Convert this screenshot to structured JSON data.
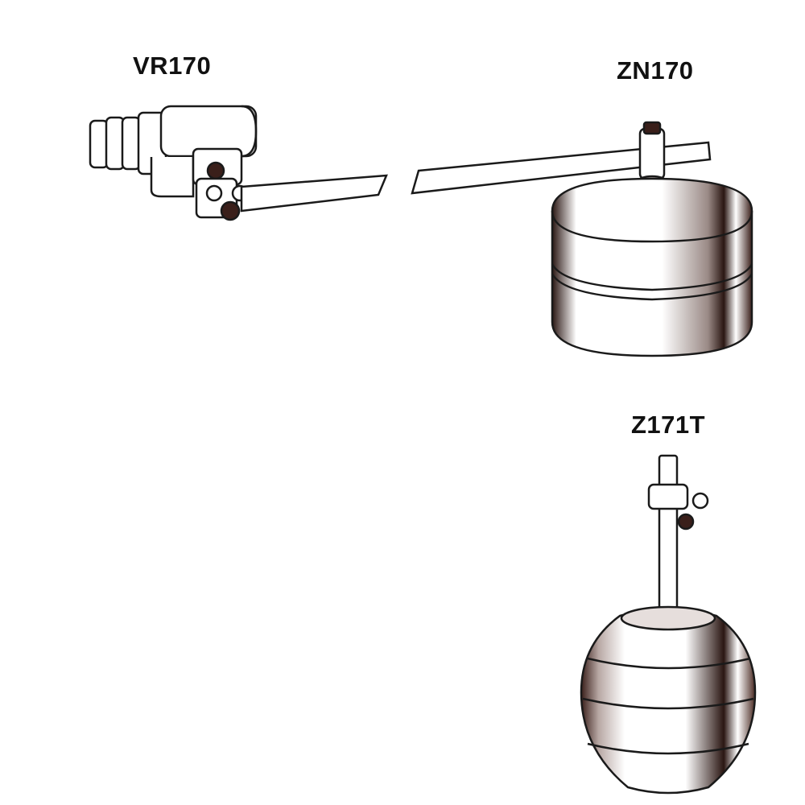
{
  "labels": {
    "valve": "VR170",
    "float_arm": "ZN170",
    "vertical_float": "Z171T"
  },
  "colors": {
    "line": "#1a1a1a",
    "shade": "#3a1f1a",
    "background": "#ffffff"
  }
}
